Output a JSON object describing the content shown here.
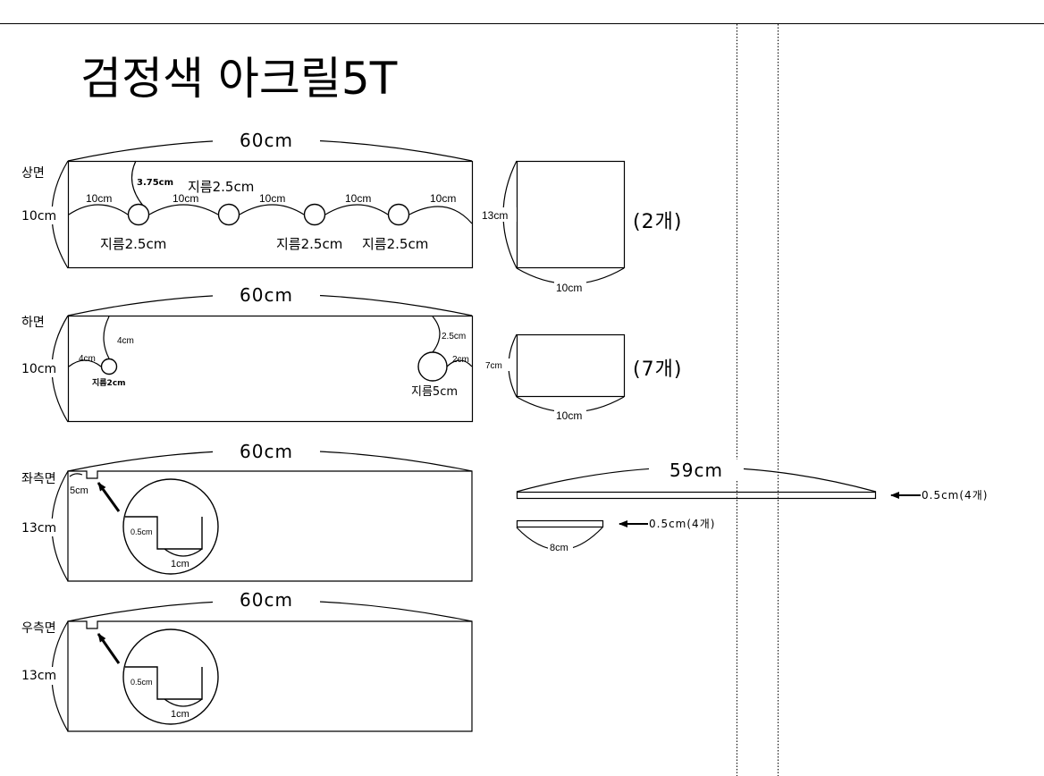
{
  "title": "검정색 아크릴5T",
  "panels": {
    "top": {
      "name": "상면",
      "length": "60cm",
      "height": "10cm",
      "spacings": [
        "10cm",
        "10cm",
        "10cm",
        "10cm",
        "10cm"
      ],
      "radius_label": "3.75cm",
      "diameter_labels": [
        "지름2.5cm",
        "지름2.5cm",
        "지름2.5cm",
        "지름2.5cm"
      ]
    },
    "bottom": {
      "name": "하면",
      "length": "60cm",
      "height": "10cm",
      "left_vertical": "4cm",
      "left_horizontal": "4cm",
      "left_hole": "지름2cm",
      "right_vertical": "2.5cm",
      "right_horizontal": "2cm",
      "right_hole": "지름5cm"
    },
    "left_side": {
      "name": "좌측면",
      "length": "60cm",
      "height": "13cm",
      "notch_label": "5cm",
      "detail_depth": "0.5cm",
      "detail_width": "1cm"
    },
    "right_side": {
      "name": "우측면",
      "length": "60cm",
      "height": "13cm",
      "detail_depth": "0.5cm",
      "detail_width": "1cm"
    }
  },
  "end_pieces": [
    {
      "height": "13cm",
      "width": "10cm",
      "count": "(2개)"
    },
    {
      "height": "7cm",
      "width": "10cm",
      "count": "(7개)"
    }
  ],
  "strips": [
    {
      "length": "59cm",
      "thickness": "0.5cm(4개)"
    },
    {
      "length": "8cm",
      "thickness": "0.5cm(4개)"
    }
  ]
}
